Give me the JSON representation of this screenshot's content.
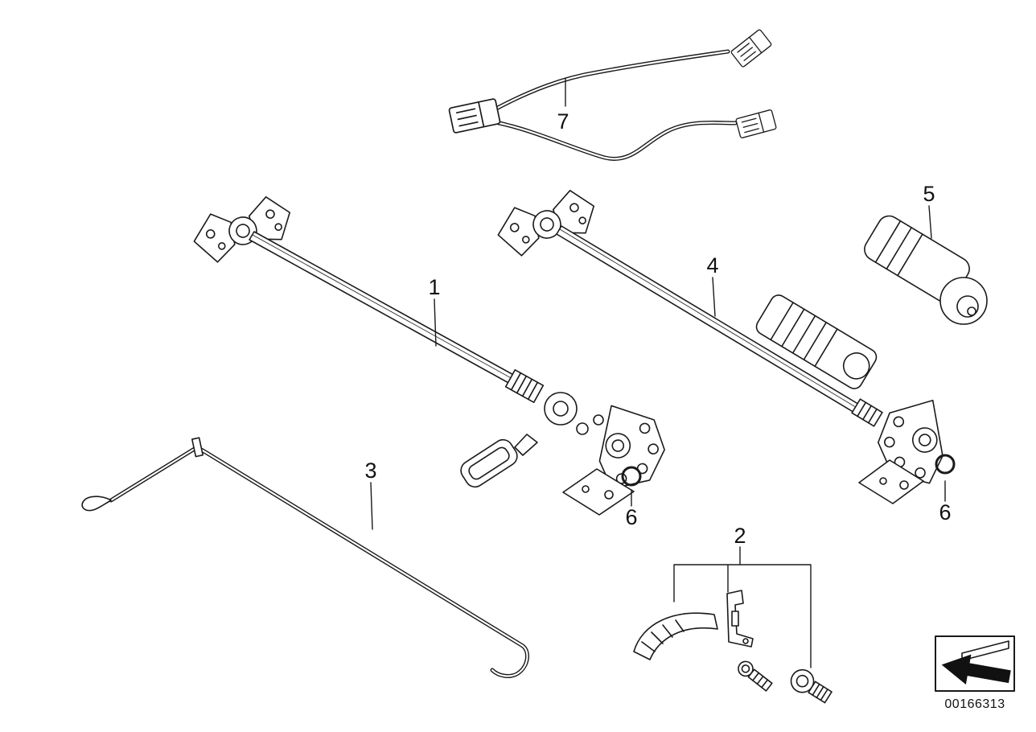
{
  "diagram": {
    "type": "exploded-parts-diagram",
    "subject": "seat tilt adjustment mechanism",
    "callouts": {
      "c1": {
        "label": "1"
      },
      "c2": {
        "label": "2"
      },
      "c3": {
        "label": "3"
      },
      "c4": {
        "label": "4"
      },
      "c5": {
        "label": "5"
      },
      "c6a": {
        "label": "6"
      },
      "c6b": {
        "label": "6"
      },
      "c7": {
        "label": "7"
      }
    },
    "footer": {
      "part_number": "00166313"
    },
    "colors": {
      "line": "#1a1a1a",
      "background": "#ffffff"
    }
  }
}
